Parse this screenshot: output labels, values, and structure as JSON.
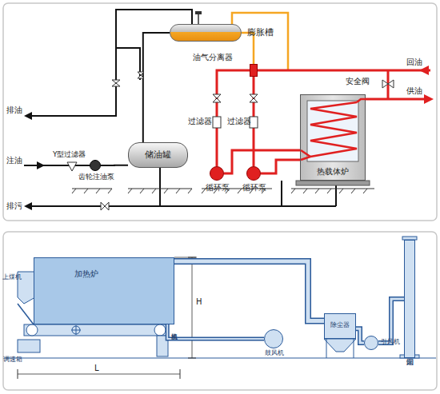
{
  "diagram": {
    "nodes": [
      {
        "text": [
          "膨胀槽"
        ]
      },
      {
        "text": [
          "油气分离器"
        ]
      },
      {
        "text": [
          "储油罐"
        ]
      },
      {
        "text": [
          "热载体炉"
        ]
      },
      {
        "text": [
          "循环泵"
        ]
      },
      {
        "text": [
          "循环泵"
        ]
      },
      {
        "text": [
          "齿轮注油泵"
        ]
      },
      {
        "text": [
          "加热炉"
        ]
      },
      {
        "text": [
          "鼓风机"
        ]
      },
      {
        "text": [
          "除尘器"
        ]
      },
      {
        "text": [
          "引风机"
        ]
      },
      {
        "text": [
          "烟囱"
        ]
      }
    ],
    "edges": [
      {
        "from": 0,
        "to": 1,
        "arrow": "none"
      },
      {
        "from": 1,
        "to": 4,
        "arrow": "none"
      },
      {
        "from": 1,
        "to": 5,
        "arrow": "none"
      },
      {
        "from": 4,
        "to": 3,
        "arrow": "none"
      },
      {
        "from": 5,
        "to": 3,
        "arrow": "none"
      },
      {
        "from": 0,
        "to": 2,
        "arrow": "none"
      },
      {
        "from": 6,
        "to": 2,
        "arrow": "none"
      },
      {
        "from": 7,
        "to": 9,
        "arrow": "none"
      },
      {
        "from": 8,
        "to": 7,
        "arrow": "none"
      },
      {
        "from": 9,
        "to": 10,
        "arrow": "none"
      },
      {
        "from": 10,
        "to": 11,
        "arrow": "none"
      }
    ],
    "labels": [
      "回油",
      "供油",
      "安全阀",
      "排油",
      "注油",
      "Y型过滤器",
      "过滤器",
      "过滤器",
      "排污",
      "上煤机",
      "调速箱",
      "出渣机",
      "L",
      "H"
    ]
  }
}
